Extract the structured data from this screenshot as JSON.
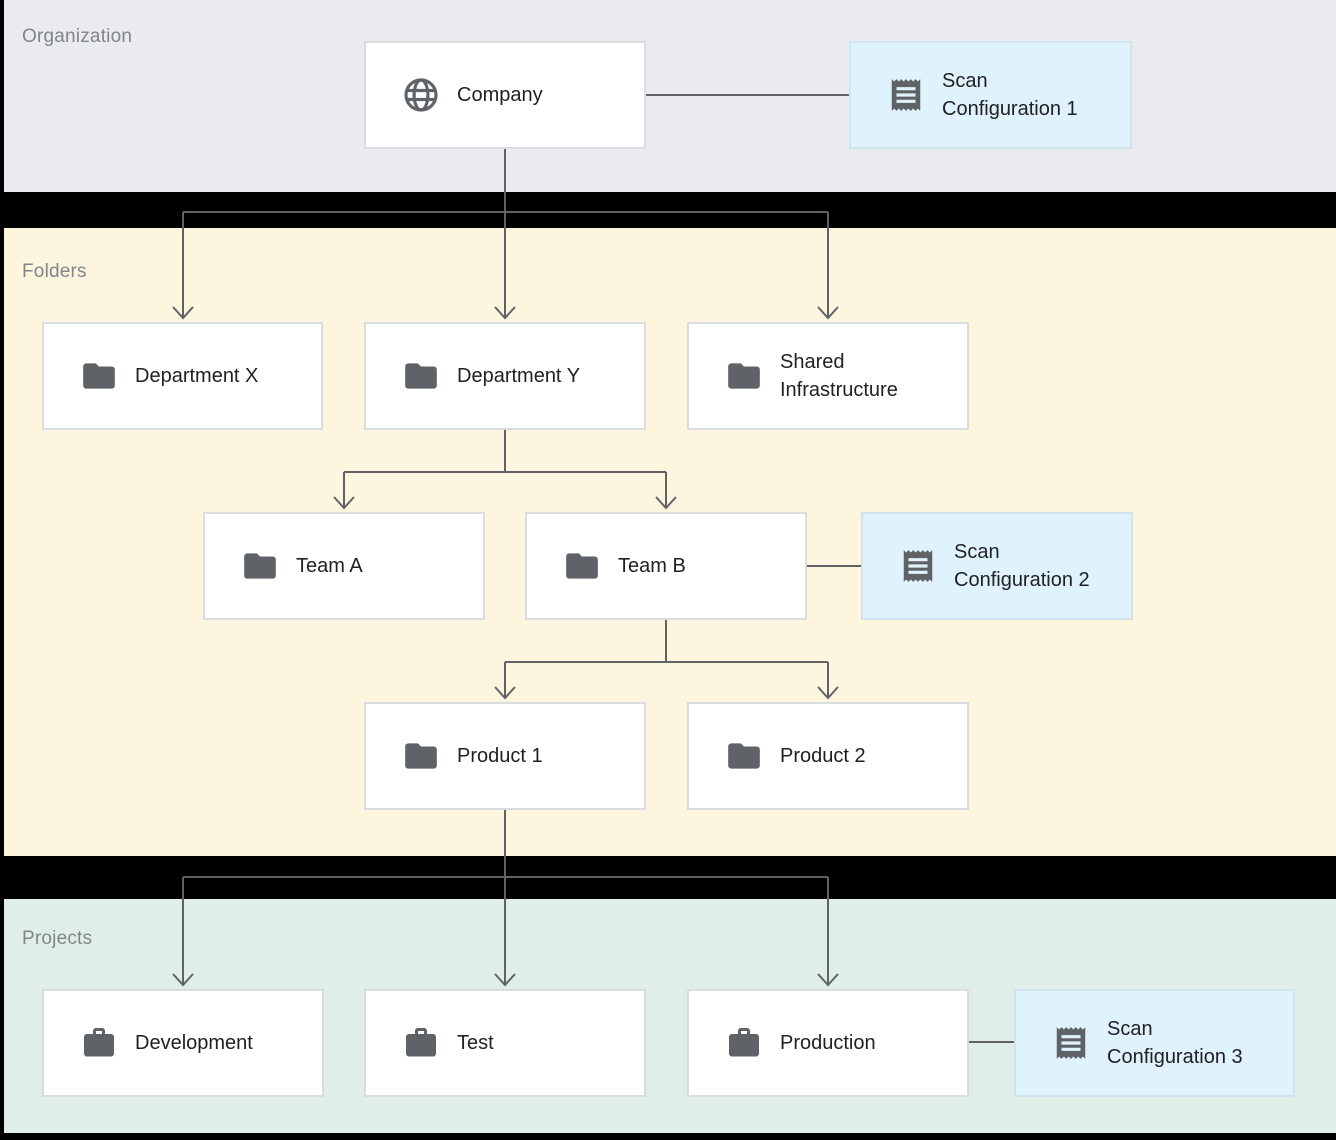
{
  "diagram": {
    "type": "resource-hierarchy",
    "description": "Organization / Folders / Projects hierarchy with scan configurations"
  },
  "sections": {
    "organization": {
      "label": "Organization"
    },
    "folders": {
      "label": "Folders"
    },
    "projects": {
      "label": "Projects"
    }
  },
  "nodes": {
    "company": {
      "label": "Company",
      "icon": "globe-icon",
      "type": "organization"
    },
    "scan_config_1": {
      "label": "Scan Configuration 1",
      "icon": "receipt-icon",
      "type": "scan-configuration"
    },
    "department_x": {
      "label": "Department X",
      "icon": "folder-icon",
      "type": "folder"
    },
    "department_y": {
      "label": "Department Y",
      "icon": "folder-icon",
      "type": "folder"
    },
    "shared_infrastructure": {
      "label": "Shared Infrastructure",
      "icon": "folder-icon",
      "type": "folder"
    },
    "team_a": {
      "label": "Team A",
      "icon": "folder-icon",
      "type": "folder"
    },
    "team_b": {
      "label": "Team B",
      "icon": "folder-icon",
      "type": "folder"
    },
    "scan_config_2": {
      "label": "Scan Configuration 2",
      "icon": "receipt-icon",
      "type": "scan-configuration"
    },
    "product_1": {
      "label": "Product 1",
      "icon": "folder-icon",
      "type": "folder"
    },
    "product_2": {
      "label": "Product 2",
      "icon": "folder-icon",
      "type": "folder"
    },
    "development": {
      "label": "Development",
      "icon": "briefcase-icon",
      "type": "project"
    },
    "test": {
      "label": "Test",
      "icon": "briefcase-icon",
      "type": "project"
    },
    "production": {
      "label": "Production",
      "icon": "briefcase-icon",
      "type": "project"
    },
    "scan_config_3": {
      "label": "Scan Configuration 3",
      "icon": "receipt-icon",
      "type": "scan-configuration"
    }
  },
  "edges": [
    {
      "from": "company",
      "to": "scan_config_1",
      "style": "plain"
    },
    {
      "from": "company",
      "to": "department_x",
      "style": "arrow"
    },
    {
      "from": "company",
      "to": "department_y",
      "style": "arrow"
    },
    {
      "from": "company",
      "to": "shared_infrastructure",
      "style": "arrow"
    },
    {
      "from": "department_y",
      "to": "team_a",
      "style": "arrow"
    },
    {
      "from": "department_y",
      "to": "team_b",
      "style": "arrow"
    },
    {
      "from": "team_b",
      "to": "scan_config_2",
      "style": "plain"
    },
    {
      "from": "team_b",
      "to": "product_1",
      "style": "arrow"
    },
    {
      "from": "team_b",
      "to": "product_2",
      "style": "arrow"
    },
    {
      "from": "product_1",
      "to": "development",
      "style": "arrow"
    },
    {
      "from": "product_1",
      "to": "test",
      "style": "arrow"
    },
    {
      "from": "product_1",
      "to": "production",
      "style": "arrow"
    },
    {
      "from": "production",
      "to": "scan_config_3",
      "style": "plain"
    }
  ],
  "colors": {
    "page_background": "#000000",
    "organization_band": "#e9ebee",
    "folders_band": "#fdf5dd",
    "projects_band": "#dfeee7",
    "scan_config_background": "#e0f3fc",
    "node_background": "#ffffff",
    "node_border": "#dadce0",
    "connector": "#5f6368",
    "icon": "#5f6368",
    "node_text": "#202124",
    "section_label_text": "#80868b"
  }
}
